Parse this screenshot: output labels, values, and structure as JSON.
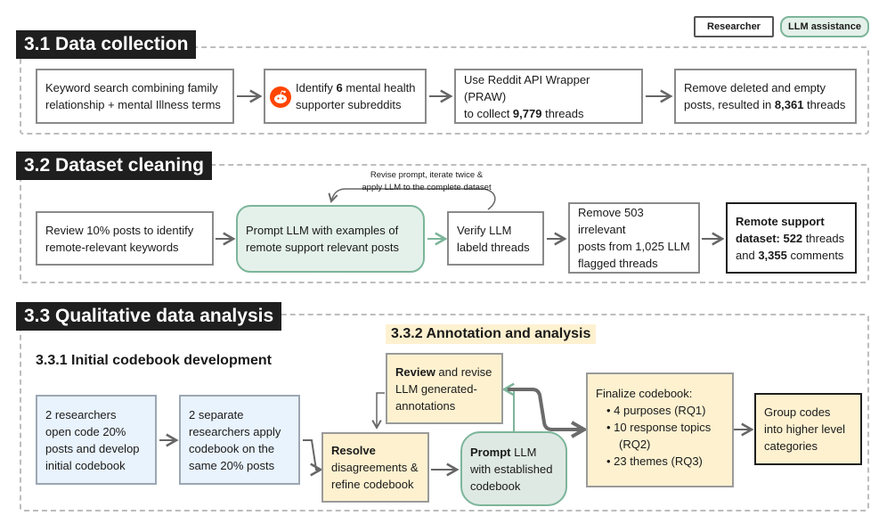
{
  "legend": {
    "researcher": "Researcher",
    "llm": "LLM assistance"
  },
  "section1": {
    "title": "3.1 Data collection",
    "box1": [
      "Keyword search combining family",
      "relationship + mental Illness terms"
    ],
    "box2": {
      "l1a": "Identify ",
      "l1b": "6",
      "l1c": " mental health",
      "l2": "supporter subreddits"
    },
    "box3": {
      "l1": "Use Reddit API Wrapper (PRAW)",
      "l2a": "to collect ",
      "l2b": "9,779",
      "l2c": " threads"
    },
    "box4": {
      "l1": "Remove deleted and empty",
      "l2a": "posts, resulted in ",
      "l2b": "8,361",
      "l2c": " threads"
    }
  },
  "section2": {
    "title": "3.2 Dataset cleaning",
    "note": [
      "Revise prompt, iterate twice &",
      "apply LLM to the complete dataset"
    ],
    "box1": [
      "Review 10% posts to identify",
      "remote-relevant keywords"
    ],
    "box2": [
      "Prompt LLM with examples of",
      "remote support relevant posts"
    ],
    "box3": [
      "Verify LLM",
      "labeld threads"
    ],
    "box4": [
      "Remove 503 irrelevant",
      "posts from 1,025 LLM",
      "flagged threads"
    ],
    "box5": {
      "l1": "Remote support",
      "l2a": "dataset: 522",
      "l2b": " threads",
      "l3a": "and ",
      "l3b": "3,355",
      "l3c": " comments"
    }
  },
  "section3": {
    "title": "3.3 Qualitative data analysis",
    "sub1": "3.3.1 Initial codebook development",
    "sub2": "3.3.2 Annotation and analysis",
    "box1": [
      "2 researchers",
      "open code 20%",
      "posts and develop",
      "initial codebook"
    ],
    "box2": [
      "2 separate",
      "researchers apply",
      "codebook on the",
      "same 20% posts"
    ],
    "box3": {
      "l1": "Resolve",
      "l2": "disagreements &",
      "l3": "refine codebook"
    },
    "box4": {
      "l1a": "Review",
      "l1b": " and revise",
      "l2": "LLM generated-",
      "l3": "annotations"
    },
    "box5": {
      "l1a": "Prompt",
      "l1b": " LLM",
      "l2": "with established",
      "l3": "codebook"
    },
    "box6": {
      "head": "Finalize codebook:",
      "items": [
        "4 purposes (RQ1)",
        "10 response topics",
        "(RQ2)",
        "23 themes (RQ3)"
      ]
    },
    "box7": [
      "Group codes",
      "into higher level",
      "categories"
    ]
  },
  "colors": {
    "llm_green": "#7cb59a",
    "researcher_yellow": "#fdf1d0",
    "blue": "#e9f3fd"
  },
  "icons": {
    "reddit": "reddit-icon"
  }
}
